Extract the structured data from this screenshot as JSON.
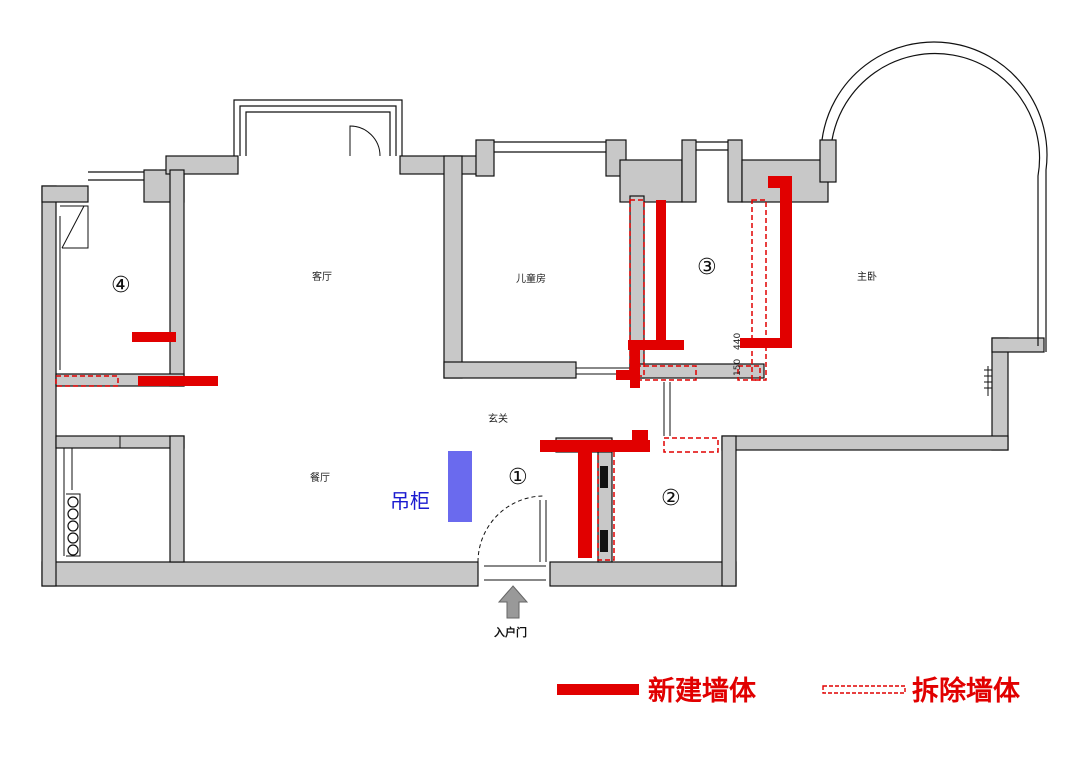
{
  "rooms": {
    "living": "客厅",
    "children": "儿童房",
    "master": "主卧",
    "foyer": "玄关",
    "dining": "餐厅"
  },
  "markers": {
    "m1": "①",
    "m2": "②",
    "m3": "③",
    "m4": "④"
  },
  "cabinet_label": "吊柜",
  "entrance_label": "入户门",
  "dimensions": [
    "150",
    "440"
  ],
  "legend": {
    "new_wall": "新建墙体",
    "demolish_wall": "拆除墙体"
  },
  "colors": {
    "wall": "#c8c8c8",
    "new_wall": "#e10000",
    "cabinet": "#6a6aee"
  }
}
